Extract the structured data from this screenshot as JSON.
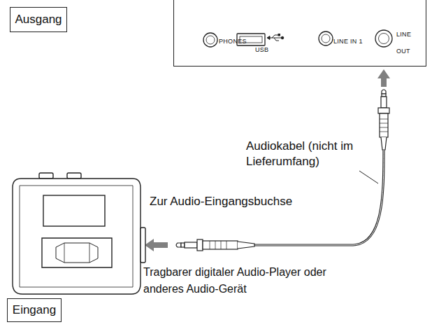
{
  "diagram": {
    "nodes": [
      {
        "text": [
          "Ausgang"
        ]
      },
      {
        "text": [
          "PHONES",
          "USB",
          "LINE IN 1",
          "LINE OUT"
        ]
      },
      {
        "text": [
          "Eingang"
        ]
      }
    ],
    "labels": [
      "Audiokabel (nicht im Lieferumfang)",
      "Zur Audio-Eingangsbuchse",
      "Tragbarer digitaler Audio-Player oder anderes Audio-Gerät"
    ]
  }
}
